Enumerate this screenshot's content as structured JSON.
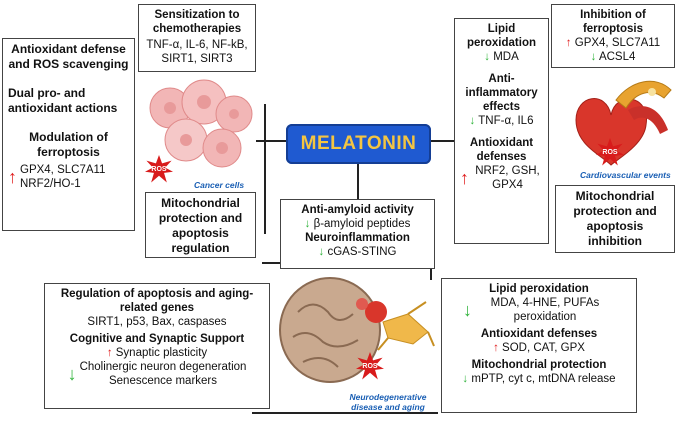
{
  "center": {
    "title": "MELATONIN",
    "bg": "#1f5ad1",
    "fg": "#f4c542"
  },
  "arrows": {
    "up": "↑",
    "down": "↓"
  },
  "cancer_left": {
    "title": "Antioxidant defense and ROS scavenging",
    "dual": "Dual pro- and antioxidant actions",
    "ferro_title": "Modulation of ferroptosis",
    "ferro_items": "GPX4, SLC7A11 NRF2/HO-1"
  },
  "cancer_top": {
    "title": "Sensitization to chemotherapies",
    "items": "TNF-α, IL-6, NF-kB, SIRT1, SIRT3"
  },
  "cancer_bottom": {
    "title": "Mitochondrial protection and apoptosis regulation"
  },
  "cancer_caption": "Cancer cells",
  "cardio_mid": {
    "lipid_title": "Lipid peroxidation",
    "lipid_items": "MDA",
    "anti_title": "Anti-inflammatory effects",
    "anti_items": "TNF-α, IL6",
    "antiox_title": "Antioxidant defenses",
    "antiox_items": "NRF2, GSH, GPX4"
  },
  "cardio_top": {
    "title": "Inhibition of ferroptosis",
    "up_items": "GPX4, SLC7A11",
    "down_items": "ACSL4"
  },
  "cardio_bottom": {
    "title": "Mitochondrial protection and apoptosis inhibition"
  },
  "cardio_caption": "Cardiovascular events",
  "center_box": {
    "amyloid_title": "Anti-amyloid activity",
    "amyloid_items": "β-amyloid peptides",
    "neuro_title": "Neuroinflammation",
    "neuro_items": "cGAS-STING"
  },
  "neuro_left": {
    "title": "Regulation of apoptosis and aging-related genes",
    "items": "SIRT1, p53, Bax, caspases",
    "cog_title": "Cognitive and Synaptic Support",
    "cog_up": "Synaptic plasticity",
    "cog_down": "Cholinergic neuron degeneration",
    "senescence": "Senescence markers"
  },
  "neuro_right": {
    "lipid_title": "Lipid peroxidation",
    "lipid_items": "MDA, 4-HNE, PUFAs peroxidation",
    "antiox_title": "Antioxidant defenses",
    "antiox_items": "SOD, CAT, GPX",
    "mito_title": "Mitochondrial protection",
    "mito_items": "mPTP, cyt c, mtDNA release"
  },
  "neuro_caption": "Neurodegenerative disease and aging",
  "ros_label": "ROS",
  "colors": {
    "up": "#e02020",
    "down": "#2fb33a",
    "caption": "#1a5fb4"
  }
}
